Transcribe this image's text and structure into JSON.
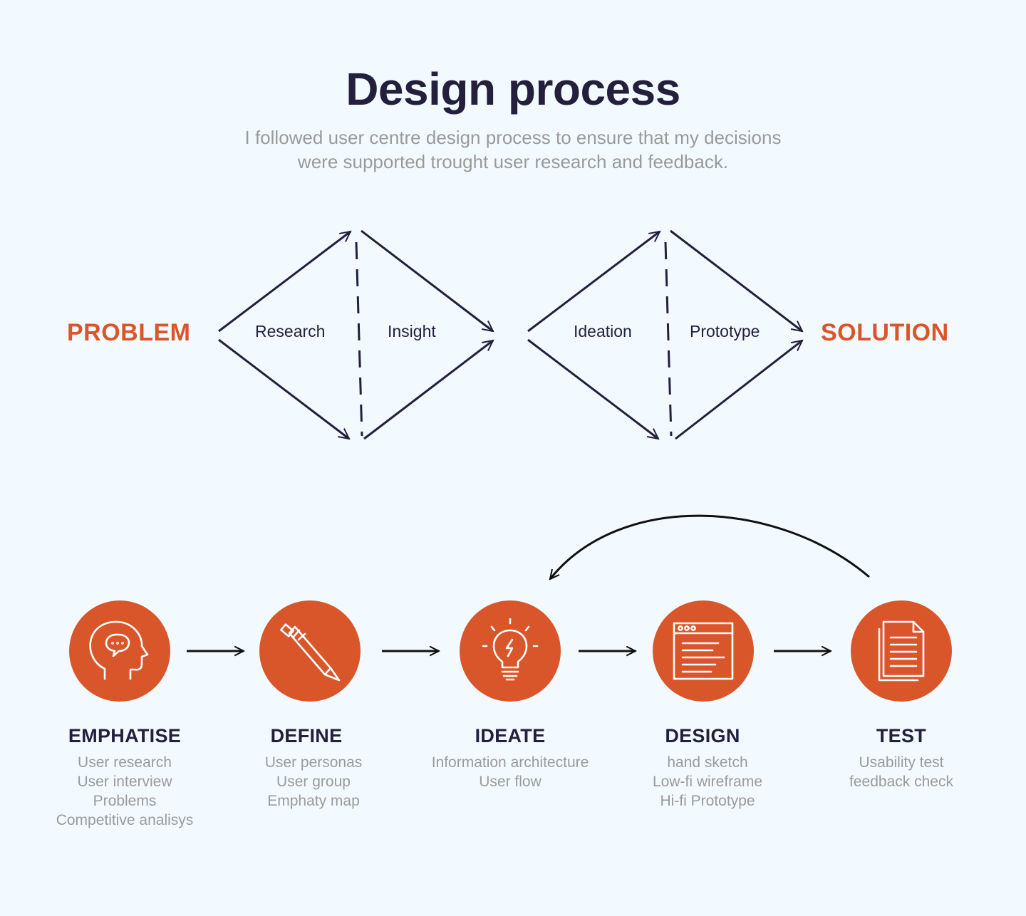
{
  "header": {
    "title": "Design process",
    "subtitle_line1": "I followed user centre design process to ensure that my decisions",
    "subtitle_line2": "were supported trought user research and feedback."
  },
  "double_diamond": {
    "start_label": "PROBLEM",
    "end_label": "SOLUTION",
    "phases": [
      "Research",
      "Insight",
      "Ideation",
      "Prototype"
    ]
  },
  "steps": [
    {
      "title": "EMPHATISE",
      "icon": "head-speech-bubble-icon",
      "items": [
        "User research",
        "User interview",
        "Problems",
        "Competitive analisys"
      ]
    },
    {
      "title": "DEFINE",
      "icon": "pen-icon",
      "items": [
        "User personas",
        "User group",
        "Emphaty map"
      ]
    },
    {
      "title": "IDEATE",
      "icon": "lightbulb-icon",
      "items": [
        "Information architecture",
        "User flow"
      ]
    },
    {
      "title": "DESIGN",
      "icon": "browser-window-icon",
      "items": [
        "hand sketch",
        "Low-fi wireframe",
        "Hi-fi Prototype"
      ]
    },
    {
      "title": "TEST",
      "icon": "documents-icon",
      "items": [
        "Usability test",
        "feedback check"
      ]
    }
  ],
  "colors": {
    "accent": "#d9562b",
    "dark": "#231f3c",
    "muted": "#9a9a9a",
    "background": "#f3faff"
  }
}
